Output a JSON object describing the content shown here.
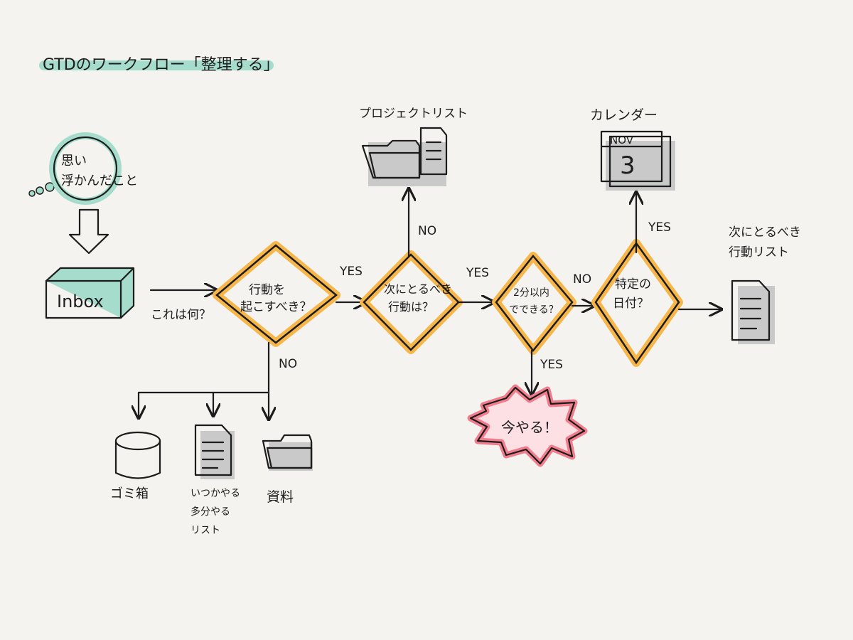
{
  "title": "GTDのワークフロー「整理する」",
  "colors": {
    "teal": "#a6dccb",
    "orange": "#f7b64a",
    "pink": "#f07c8c",
    "gray": "#c9c9c9",
    "background": "#f4f3f0"
  },
  "start": {
    "thought": [
      "思い",
      "浮かんだこと"
    ],
    "inbox": "Inbox",
    "question": "これは何？"
  },
  "decisions": {
    "actionable": [
      "行動を",
      "起こすべき？"
    ],
    "next_action": [
      "次にとるべき",
      "行動は？"
    ],
    "two_minutes": [
      "2分以内",
      "でできる？"
    ],
    "specific_date": [
      "特定の",
      "日付？"
    ]
  },
  "labels": {
    "yes": "YES",
    "no": "NO"
  },
  "outcomes": {
    "project_list": "プロジェクトリスト",
    "calendar": "カレンダー",
    "calendar_month": "NOV",
    "calendar_day": "3",
    "next_action_list": [
      "次にとるべき",
      "行動リスト"
    ],
    "do_now": "今やる！",
    "trash": "ゴミ箱",
    "someday": [
      "いつかやる",
      "多分やる",
      "リスト"
    ],
    "reference": "資料"
  }
}
